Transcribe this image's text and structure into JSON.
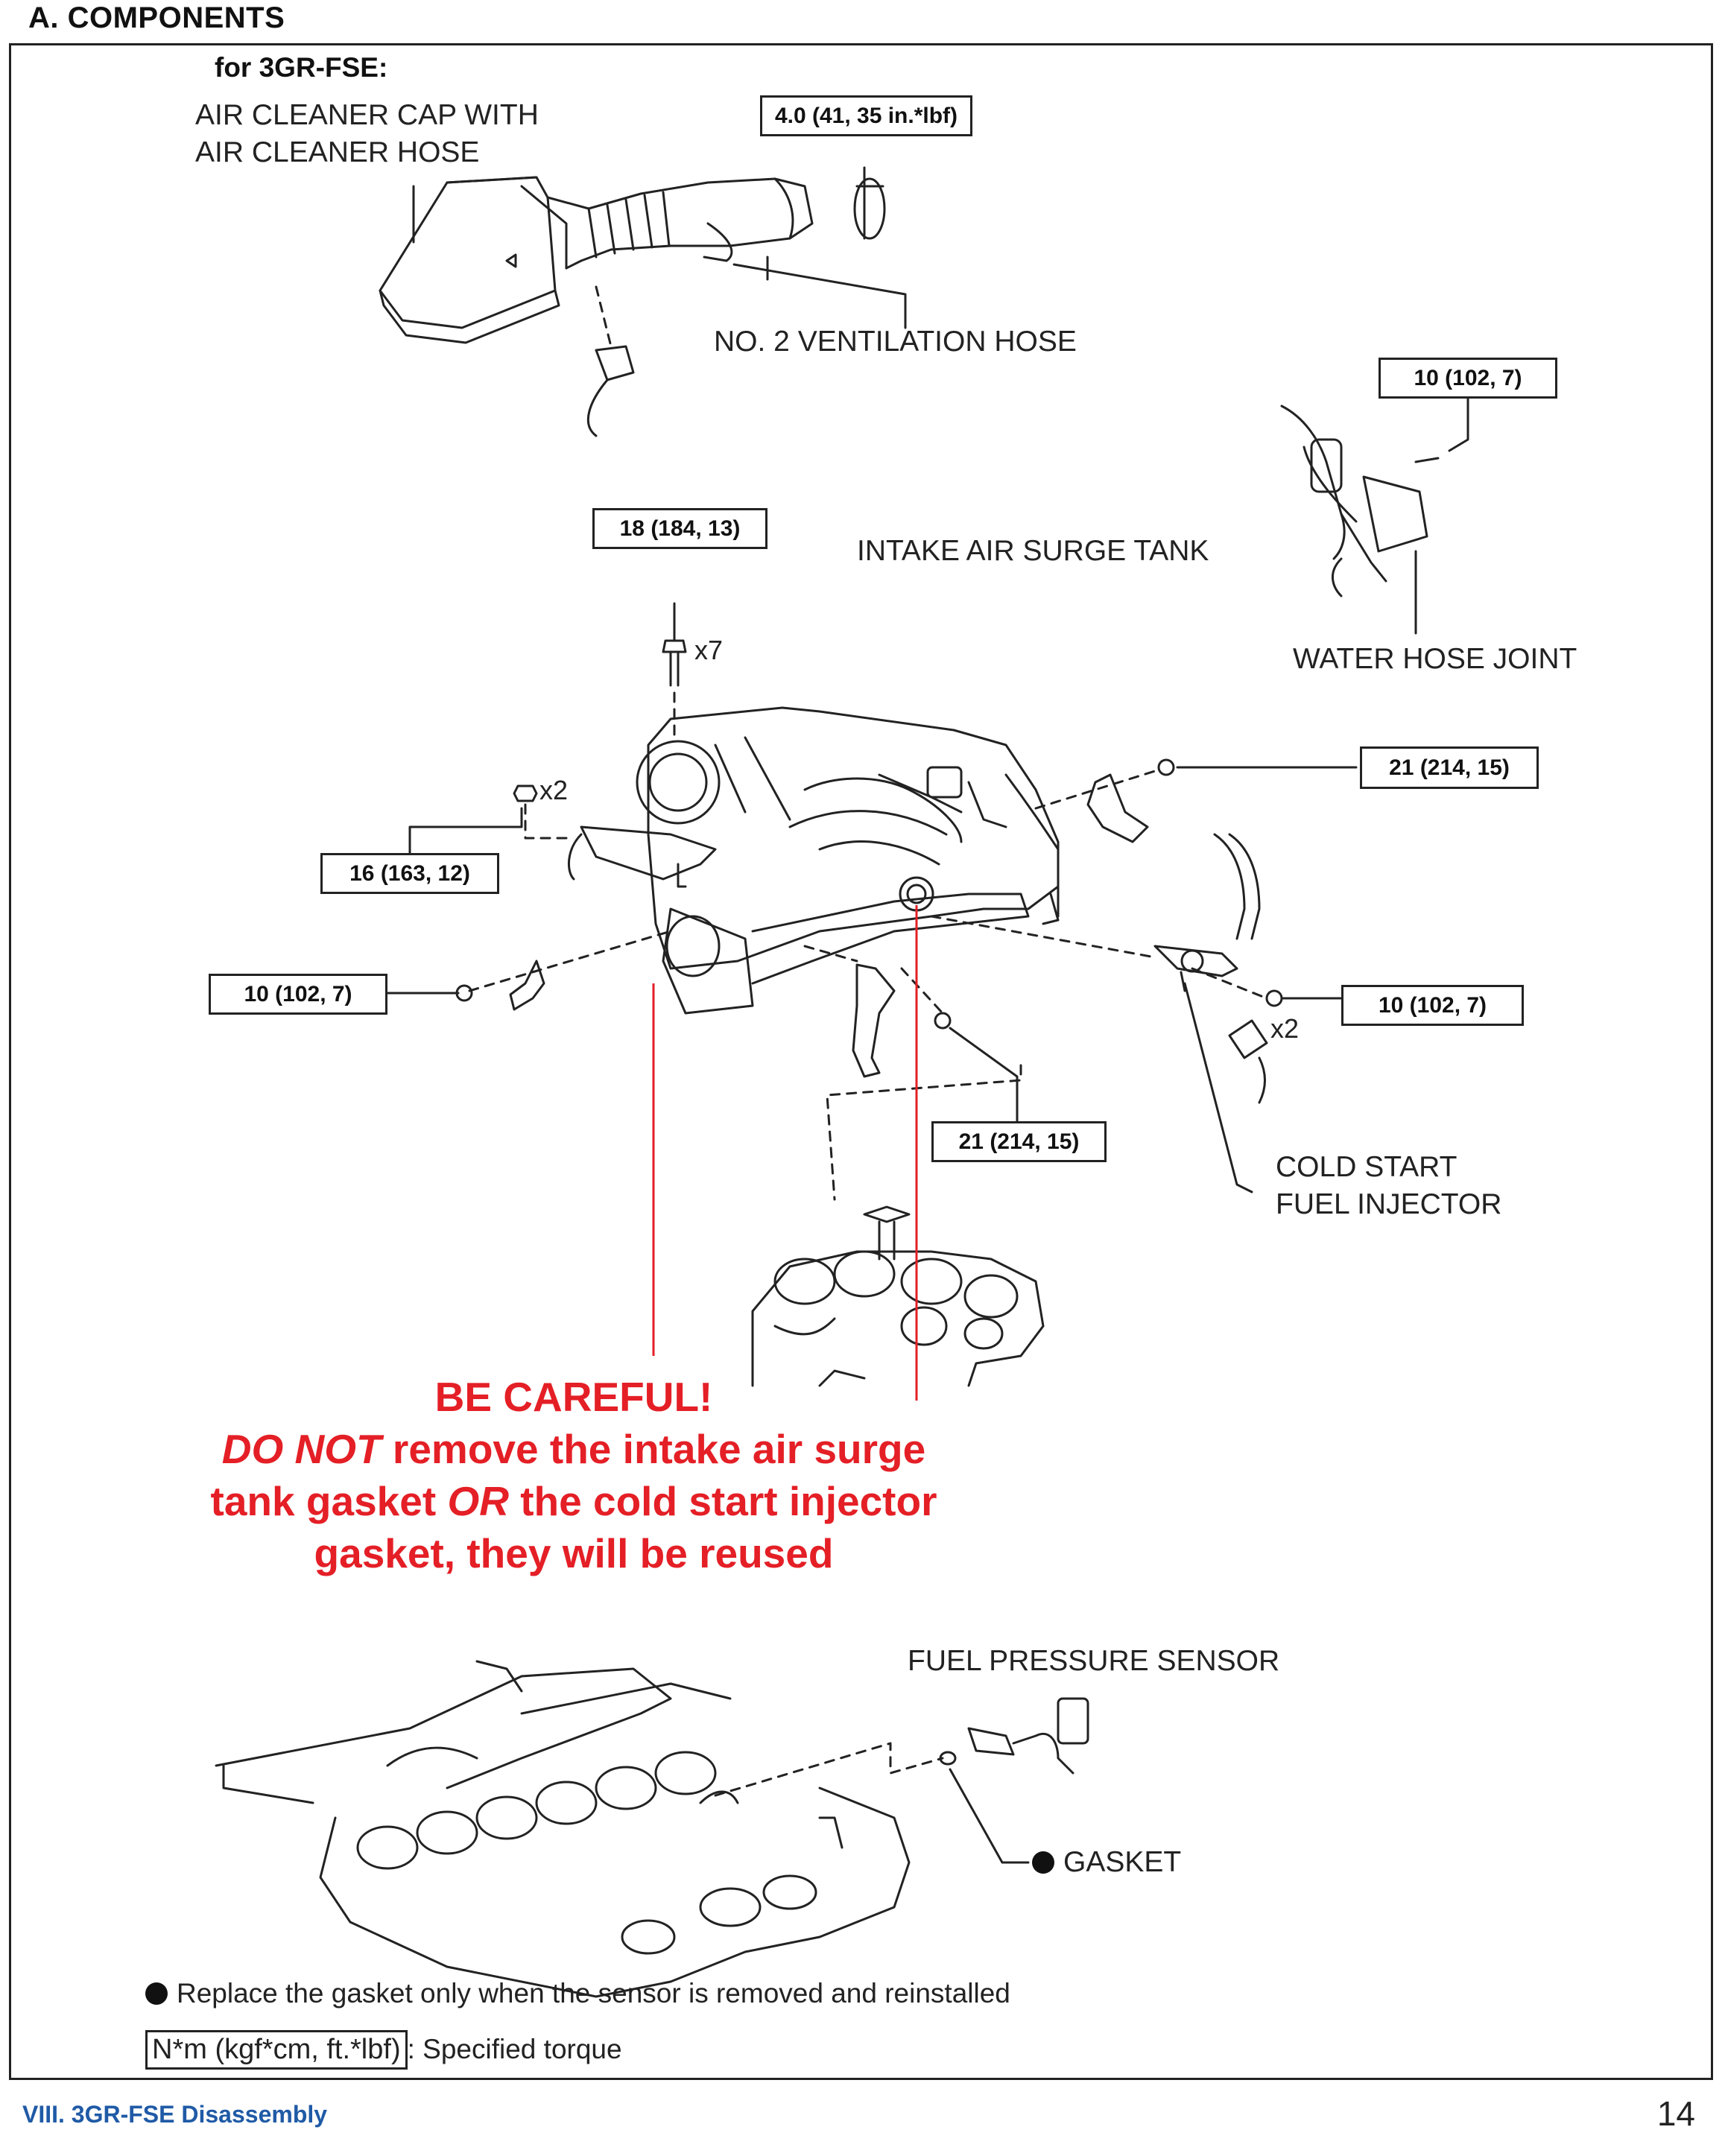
{
  "page": {
    "section_title": "A.  COMPONENTS",
    "variant_label": "for 3GR-FSE:",
    "footer_left": "VIII. 3GR-FSE Disassembly",
    "page_number": "14"
  },
  "parts": {
    "air_cleaner_cap_line1": "AIR CLEANER CAP WITH",
    "air_cleaner_cap_line2": "AIR CLEANER HOSE",
    "no2_ventilation_hose": "NO. 2 VENTILATION HOSE",
    "intake_air_surge_tank": "INTAKE AIR SURGE TANK",
    "water_hose_joint": "WATER HOSE JOINT",
    "cold_start_line1": "COLD START",
    "cold_start_line2": "FUEL INJECTOR",
    "fuel_pressure_sensor": "FUEL PRESSURE SENSOR",
    "gasket": "GASKET"
  },
  "torques": {
    "clamp": "4.0 (41, 35 in.*lbf)",
    "water_hose_bolt": "10 (102, 7)",
    "surge_tank_bolt": "18 (184, 13)",
    "right_bracket_bolt": "21 (214, 15)",
    "nut": "16 (163, 12)",
    "left_bracket_bolt": "10 (102, 7)",
    "injector_bolt": "10 (102, 7)",
    "lower_bracket_bolt": "21 (214, 15)"
  },
  "quantities": {
    "surge_tank_bolts": "x7",
    "nuts": "x2",
    "injector_bolts": "x2"
  },
  "warning": {
    "line1": "BE CAREFUL!",
    "line2_emph": "DO NOT",
    "line2_rest": " remove the intake air surge",
    "line3_a": "tank gasket ",
    "line3_emph": "OR",
    "line3_b": " the cold start injector",
    "line4": "gasket, they will be reused"
  },
  "legend": {
    "replace_note": "Replace the gasket only when the sensor is removed and reinstalled",
    "torque_units": "N*m (kgf*cm, ft.*lbf)",
    "torque_desc": ": Specified torque"
  },
  "colors": {
    "warning_red": "#e41f26",
    "footer_blue": "#1f5aa6"
  }
}
